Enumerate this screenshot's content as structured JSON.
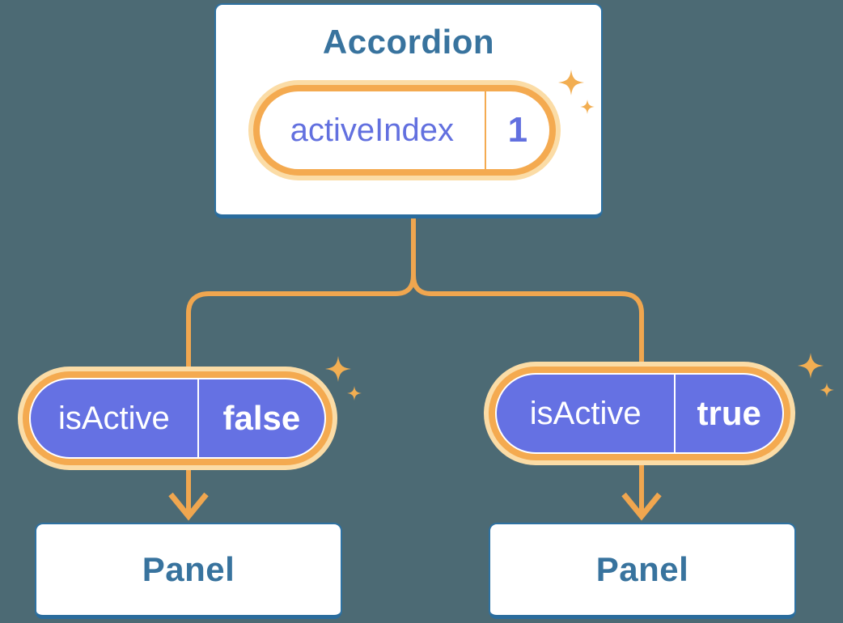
{
  "diagram": {
    "root": {
      "title": "Accordion",
      "state": {
        "label": "activeIndex",
        "value": "1"
      }
    },
    "children": [
      {
        "prop": {
          "label": "isActive",
          "value": "false"
        },
        "node": "Panel"
      },
      {
        "prop": {
          "label": "isActive",
          "value": "true"
        },
        "node": "Panel"
      }
    ]
  },
  "colors": {
    "bg": "#4C6A74",
    "card-bg": "#FFFFFF",
    "card-border": "#2E71A1",
    "card-border-bottom": "#2A6C9D",
    "teal-text": "#38739E",
    "orange-line": "#F0A64F",
    "orange-ring": "#F4AA50",
    "cream-ring": "#FBDCA6",
    "sparkle": "#F2AE52",
    "purple-fill": "#6571E3",
    "purple-text": "#6270DF",
    "white-text": "#FFFFFF"
  },
  "icons": [
    "sparkle-icon",
    "arrow-down-icon"
  ]
}
